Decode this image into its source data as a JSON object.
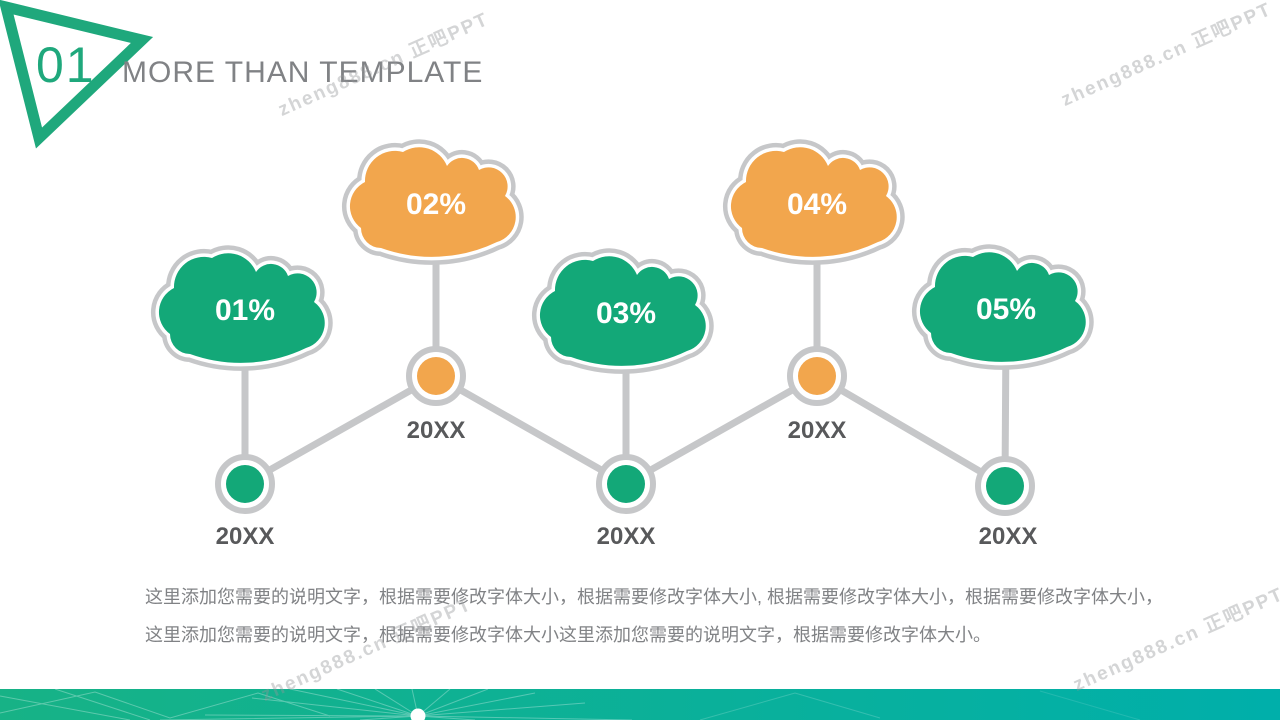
{
  "header": {
    "section_number": "01",
    "title": "MORE THAN TEMPLATE"
  },
  "watermark": {
    "text": "zheng888.cn 正吧PPT"
  },
  "diagram": {
    "type": "cloud-timeline-infographic",
    "nodes": [
      {
        "percent": "01%",
        "year": "20XX",
        "color": "#13A878",
        "position": "low"
      },
      {
        "percent": "02%",
        "year": "20XX",
        "color": "#F2A64D",
        "position": "high"
      },
      {
        "percent": "03%",
        "year": "20XX",
        "color": "#13A878",
        "position": "low"
      },
      {
        "percent": "04%",
        "year": "20XX",
        "color": "#F2A64D",
        "position": "high"
      },
      {
        "percent": "05%",
        "year": "20XX",
        "color": "#13A878",
        "position": "low"
      }
    ],
    "connector_color": "#C6C7C9"
  },
  "body": {
    "line1": "这里添加您需要的说明文字，根据需要修改字体大小，根据需要修改字体大小, 根据需要修改字体大小，根据需要修改字体大小，",
    "line2": "这里添加您需要的说明文字，根据需要修改字体大小这里添加您需要的说明文字，根据需要修改字体大小。"
  },
  "colors": {
    "green": "#13A878",
    "orange": "#F2A64D",
    "outline_gray": "#C6C7C9",
    "title_gray": "#808285",
    "footer_gradient_left": "#17B286",
    "footer_gradient_right": "#00AFAA"
  }
}
